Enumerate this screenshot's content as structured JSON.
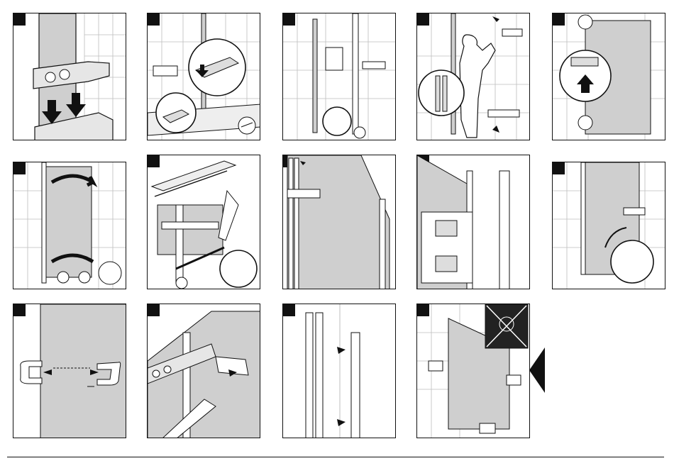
{
  "document": {
    "kind": "wordless assembly instructions",
    "page_count_shown": 1
  },
  "panels": [
    {
      "id": "step-1",
      "icons": [
        "wall-tiles",
        "hinge-bracket",
        "down-arrow"
      ]
    },
    {
      "id": "step-2",
      "icons": [
        "wall-profile",
        "magnifier-detail",
        "level-icon"
      ]
    },
    {
      "id": "step-3",
      "icons": [
        "wall-profile",
        "measure-tape",
        "magnifier-detail"
      ]
    },
    {
      "id": "step-4",
      "icons": [
        "drilling-person",
        "magnifier-detail",
        "arrow"
      ]
    },
    {
      "id": "step-5",
      "icons": [
        "glass-panel",
        "magnifier-detail",
        "up-arrow"
      ]
    },
    {
      "id": "step-6",
      "icons": [
        "glass-panel",
        "curved-double-arrow",
        "level-icon"
      ]
    },
    {
      "id": "step-7",
      "icons": [
        "profile-rail",
        "silicone-gun",
        "magnifier-detail"
      ]
    },
    {
      "id": "step-8",
      "icons": [
        "glass-panel",
        "clamp-arrow"
      ]
    },
    {
      "id": "step-9",
      "icons": [
        "seal-profile",
        "adjustment-detail"
      ]
    },
    {
      "id": "step-10",
      "icons": [
        "glass-panel",
        "magnifier-detail",
        "curved-arrow"
      ]
    },
    {
      "id": "step-11",
      "icons": [
        "door-handle",
        "screw",
        "arrow"
      ]
    },
    {
      "id": "step-12",
      "icons": [
        "hinge",
        "silicone-gun",
        "arrow"
      ]
    },
    {
      "id": "step-13",
      "icons": [
        "seal-profile",
        "arrow"
      ]
    },
    {
      "id": "step-14",
      "icons": [
        "finished-shower",
        "no-shower-icon",
        "label-box"
      ]
    }
  ],
  "navigation": {
    "next_icon": "left-triangle-icon"
  },
  "colors": {
    "ink": "#111111",
    "glass": "#cfcfcf",
    "tile_line": "#bdbdbd",
    "background": "#ffffff"
  }
}
